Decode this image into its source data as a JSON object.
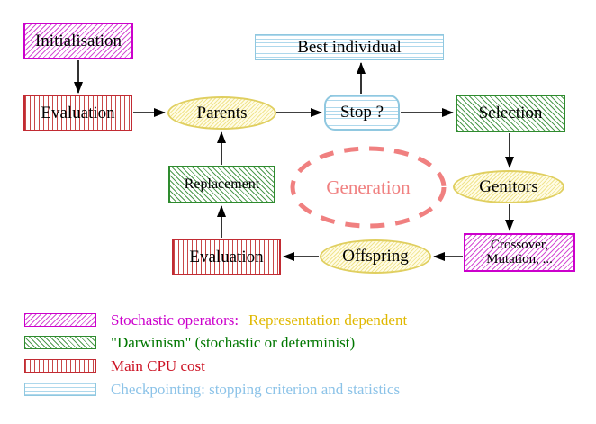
{
  "nodes": {
    "initialisation": "Initialisation",
    "evaluation_top": "Evaluation",
    "parents": "Parents",
    "stop": "Stop ?",
    "best_individual": "Best individual",
    "selection": "Selection",
    "genitors": "Genitors",
    "crossover_line1": "Crossover,",
    "crossover_line2": "Mutation, ...",
    "offspring": "Offspring",
    "evaluation_bottom": "Evaluation",
    "replacement": "Replacement",
    "generation": "Generation"
  },
  "legend": {
    "rows": [
      {
        "label": "Stochastic operators:",
        "label2": "Representation dependent"
      },
      {
        "label": "\"Darwinism\" (stochastic or determinist)"
      },
      {
        "label": "Main CPU cost"
      },
      {
        "label": "Checkpointing: stopping criterion and statistics"
      }
    ]
  },
  "colors": {
    "magenta-border": "#cc00cc",
    "magenta-hatch": "#d44fd4",
    "red-border": "#c22b33",
    "red-stripe": "#c84848",
    "green-border": "#2e8b2e",
    "green-hatch": "#4f9b4f",
    "cyan-border": "#90c8e0",
    "cyan-stripe": "#aed8ec",
    "yellow-border": "#e0cf60",
    "yellow-fill": "#fffce6",
    "yellow-hatch": "#f0e48e",
    "salmon": "#f08080",
    "magenta-text": "#cc00cc",
    "gold-text": "#e0b800",
    "green-text": "#007700",
    "red-text": "#cc1122",
    "cyan-text": "#8cc3e8",
    "arrow": "#000000"
  }
}
